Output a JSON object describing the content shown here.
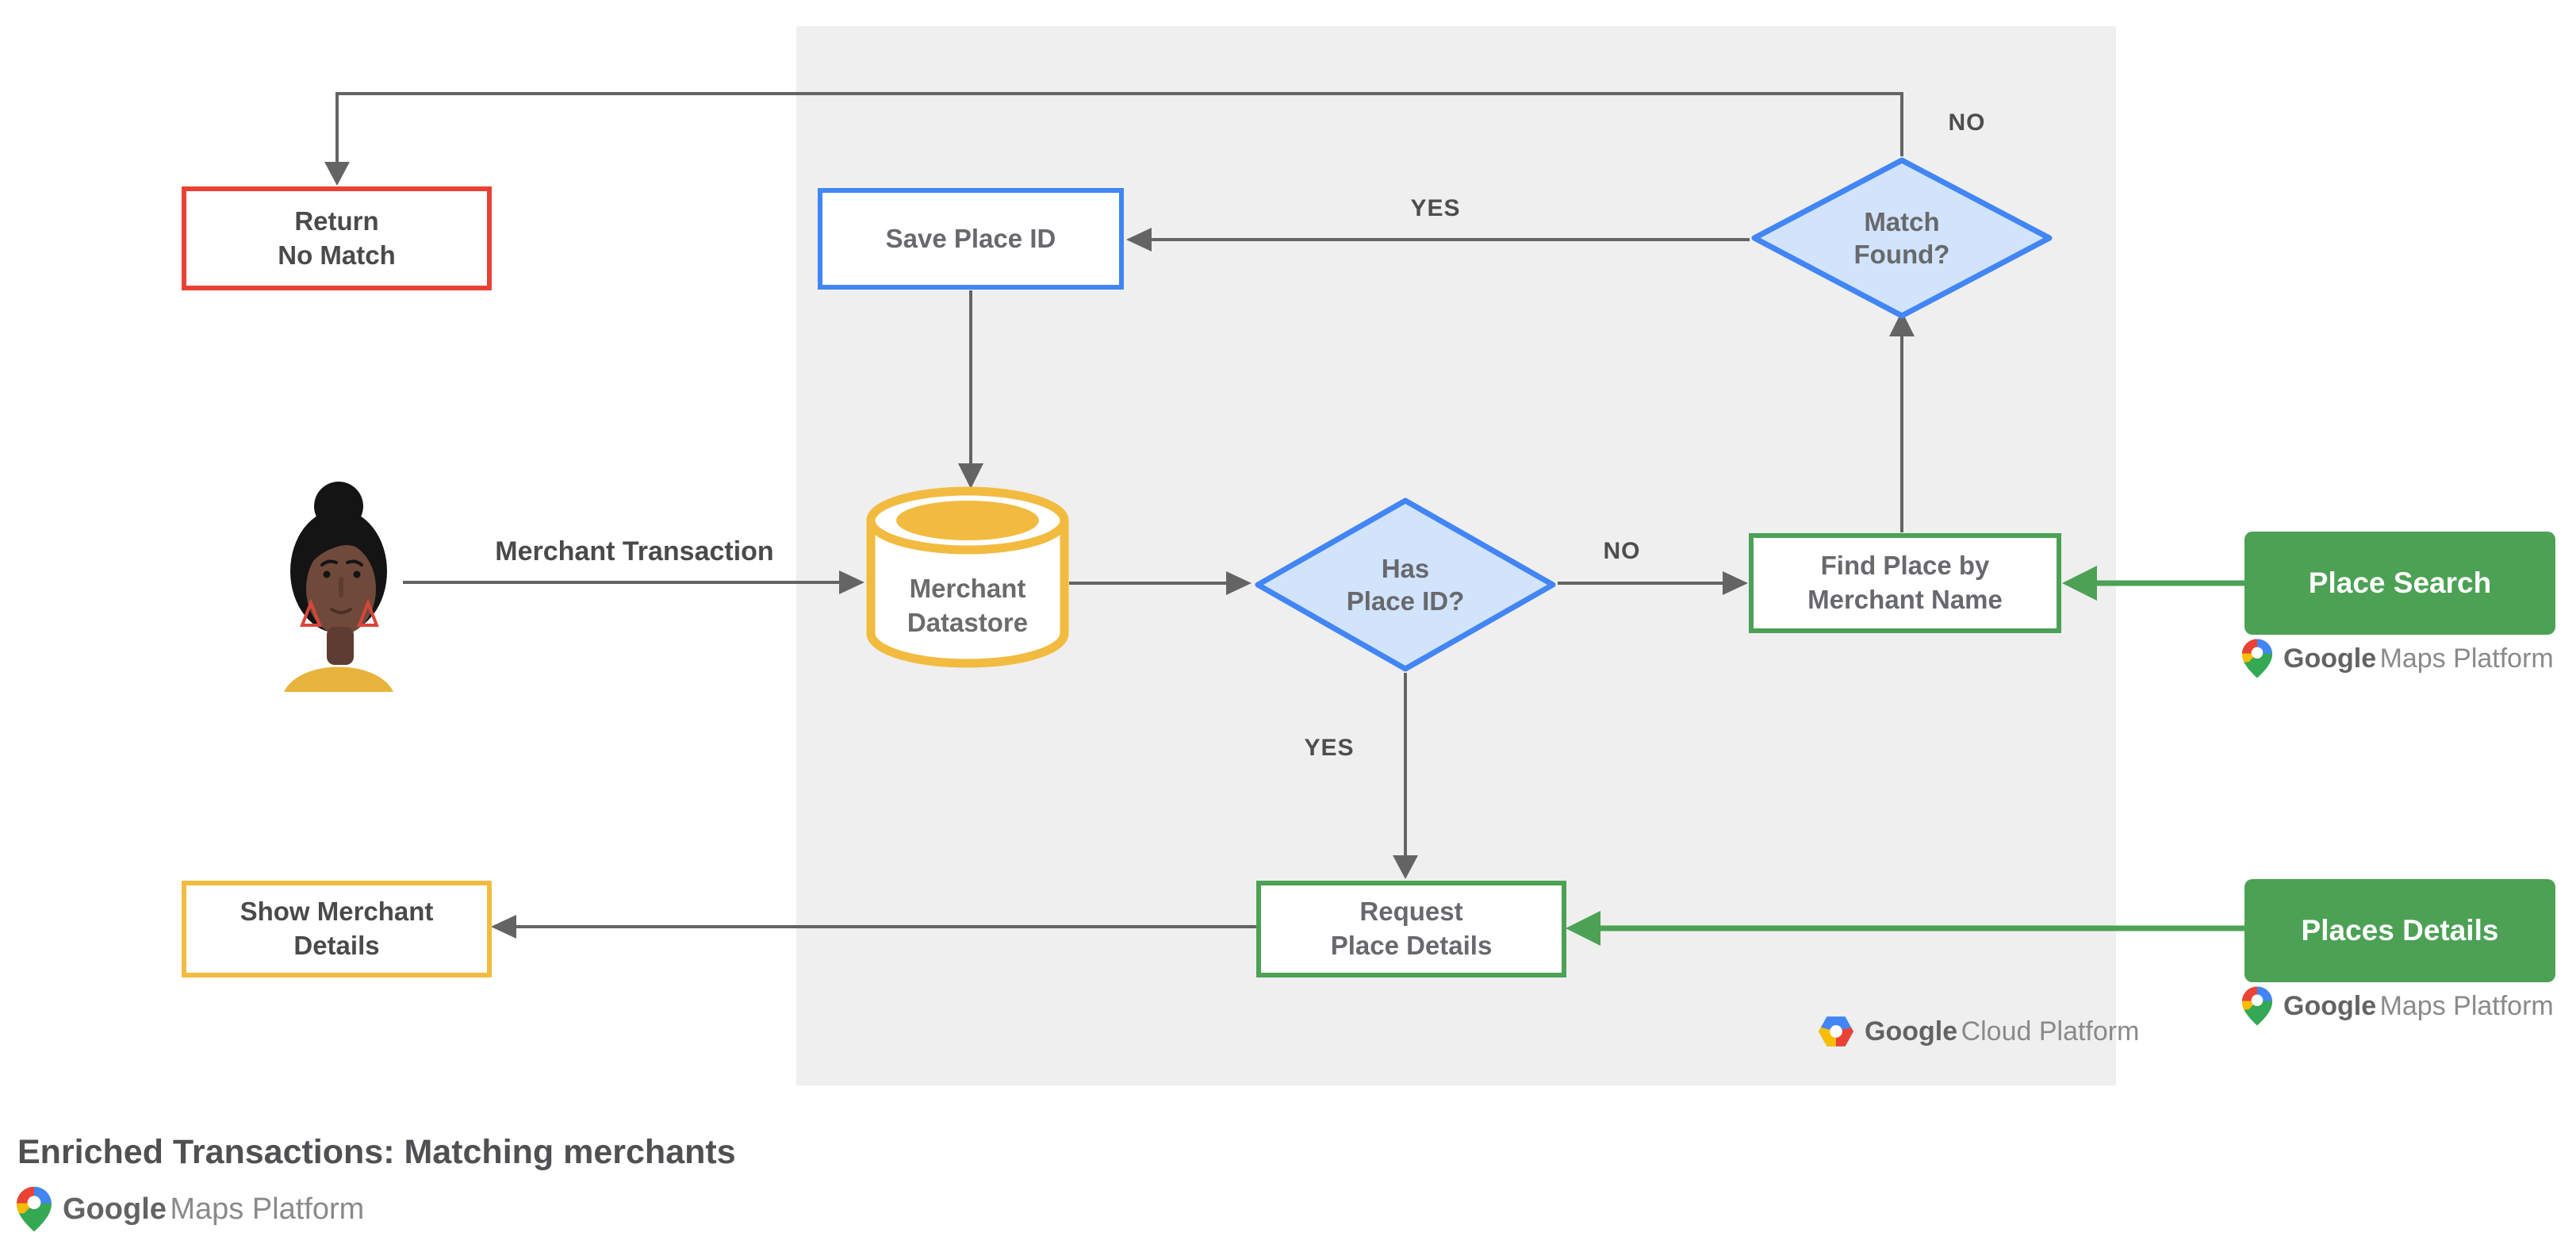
{
  "title": "Enriched Transactions: Matching merchants",
  "colors": {
    "red": "#e94235",
    "blue": "#4285f4",
    "blue_fill": "#d2e3fc",
    "yellow": "#f2bb40",
    "green": "#4ca154",
    "line_gray": "#646464",
    "panel_gray": "#efefef",
    "logo_red": "#ea4335",
    "logo_blue": "#4285f4",
    "logo_yellow": "#fbbc04",
    "logo_green": "#34a853"
  },
  "nodes": {
    "return_no_match": "Return\nNo Match",
    "save_place_id": "Save Place ID",
    "match_found": "Match\nFound?",
    "merchant_datastore": "Merchant\nDatastore",
    "has_place_id": "Has\nPlace ID?",
    "find_place_by_merchant_name": "Find Place by\nMerchant Name",
    "place_search": "Place Search",
    "request_place_details": "Request\nPlace Details",
    "places_details": "Places Details",
    "show_merchant_details": "Show Merchant\nDetails"
  },
  "edge_labels": {
    "match_found_no": "NO",
    "match_found_yes": "YES",
    "has_place_id_no": "NO",
    "has_place_id_yes": "YES",
    "merchant_transaction": "Merchant Transaction"
  },
  "logos": {
    "google_cloud_platform": {
      "google": "Google",
      "product": "Cloud Platform"
    },
    "google_maps_platform": {
      "google": "Google",
      "product": "Maps Platform"
    }
  }
}
